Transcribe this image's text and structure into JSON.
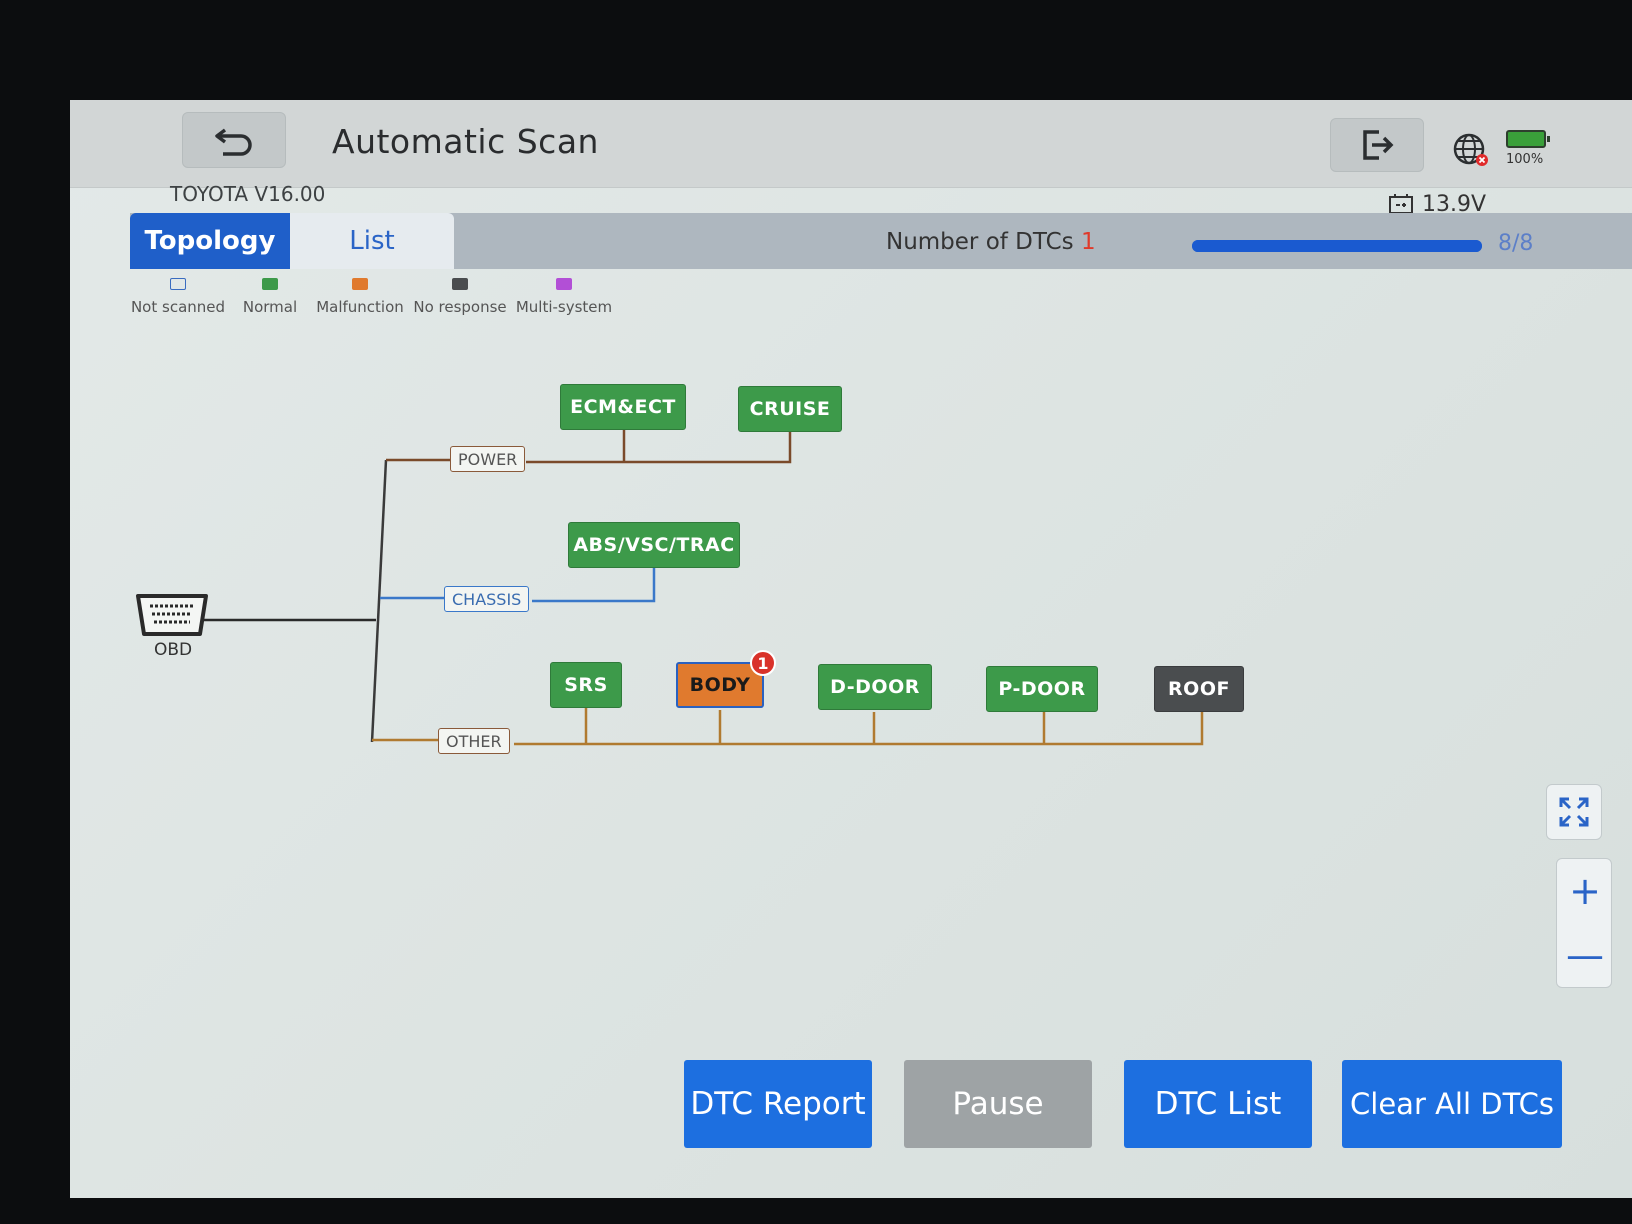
{
  "header": {
    "title": "Automatic Scan",
    "battery_percent": "100%",
    "version": "TOYOTA V16.00",
    "voltage": "13.9V"
  },
  "tabs": [
    {
      "label": "Topology",
      "active": true
    },
    {
      "label": "List",
      "active": false
    }
  ],
  "scan": {
    "dtc_label": "Number of DTCs",
    "dtc_count": "1",
    "progress_text": "8/8",
    "progress_fraction": 1.0
  },
  "legend": [
    {
      "label": "Not scanned",
      "color": "#ffffff"
    },
    {
      "label": "Normal",
      "color": "#3d9a4a"
    },
    {
      "label": "Malfunction",
      "color": "#e07a2e"
    },
    {
      "label": "No response",
      "color": "#4a4d4f"
    },
    {
      "label": "Multi-system",
      "color": "#b24fd6"
    }
  ],
  "topology": {
    "root": "OBD",
    "buses": {
      "power": "POWER",
      "chassis": "CHASSIS",
      "other": "OTHER"
    },
    "nodes": {
      "ecm": "ECM&ECT",
      "cruise": "CRUISE",
      "abs": "ABS/VSC/TRAC",
      "srs": "SRS",
      "body": "BODY",
      "body_badge": "1",
      "ddoor": "D-DOOR",
      "pdoor": "P-DOOR",
      "roof": "ROOF"
    }
  },
  "zoom": {
    "plus": "+",
    "minus": "—"
  },
  "buttons": {
    "dtc_report": "DTC Report",
    "pause": "Pause",
    "dtc_list": "DTC List",
    "clear_all": "Clear All DTCs"
  },
  "colors": {
    "accent": "#1d6fe0",
    "normal": "#3d9a4a",
    "malfunction": "#e07a2e",
    "no_response": "#4a4d4f"
  }
}
